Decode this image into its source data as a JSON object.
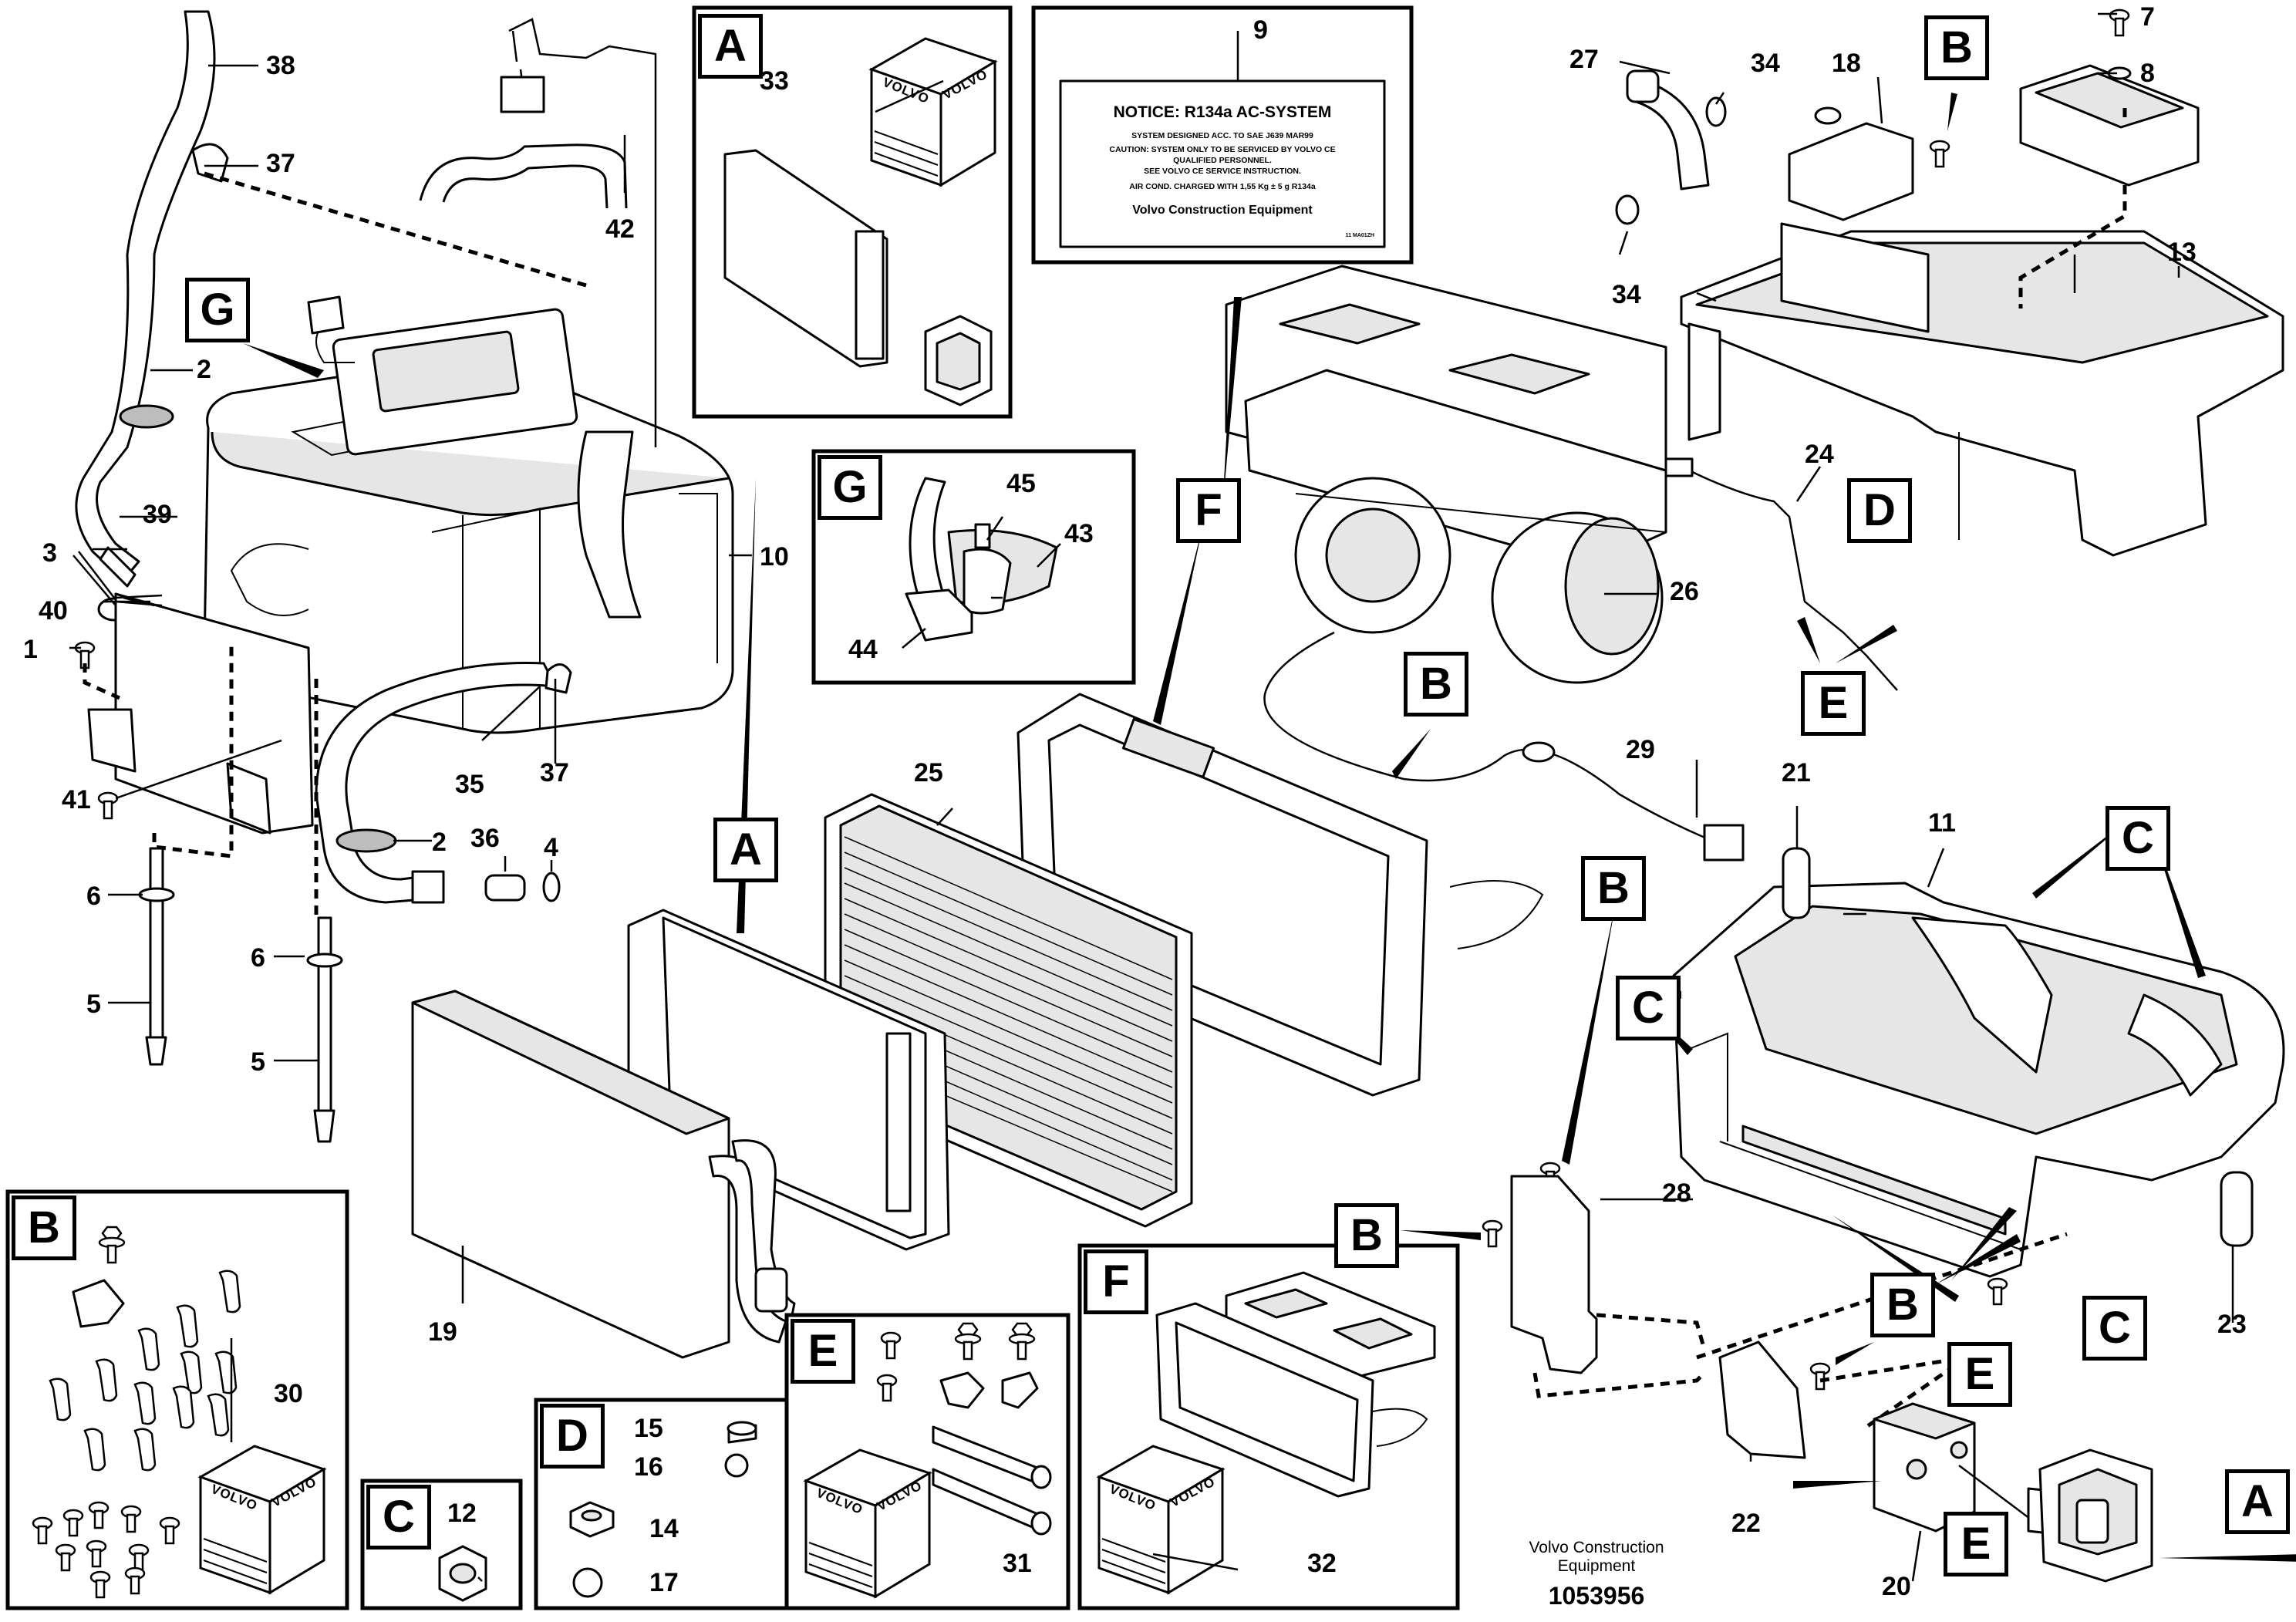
{
  "callouts": {
    "n1": "1",
    "n2": "2",
    "n3": "3",
    "n4": "4",
    "n5": "5",
    "n6": "6",
    "n7": "7",
    "n8": "8",
    "n9": "9",
    "n10": "10",
    "n11": "11",
    "n12": "12",
    "n13": "13",
    "n14": "14",
    "n15": "15",
    "n16": "16",
    "n17": "17",
    "n18": "18",
    "n19": "19",
    "n20": "20",
    "n21": "21",
    "n22": "22",
    "n23": "23",
    "n24": "24",
    "n25": "25",
    "n26": "26",
    "n27": "27",
    "n28": "28",
    "n29": "29",
    "n30": "30",
    "n31": "31",
    "n32": "32",
    "n33": "33",
    "n34": "34",
    "n35": "35",
    "n36": "36",
    "n37": "37",
    "n38": "38",
    "n39": "39",
    "n40": "40",
    "n41": "41",
    "n42": "42",
    "n43": "43",
    "n44": "44",
    "n45": "45"
  },
  "letters": {
    "A": "A",
    "B": "B",
    "C": "C",
    "D": "D",
    "E": "E",
    "F": "F",
    "G": "G"
  },
  "notice": {
    "title": "NOTICE: R134a AC-SYSTEM",
    "line1": "SYSTEM DESIGNED ACC. TO SAE J639 MAR99",
    "line2": "CAUTION: SYSTEM ONLY TO BE SERVICED BY VOLVO CE",
    "line3": "QUALIFIED PERSONNEL.",
    "line4": "SEE VOLVO CE SERVICE INSTRUCTION.",
    "line5": "AIR COND. CHARGED WITH 1,55 Kg ± 5 g R134a",
    "footer": "Volvo Construction Equipment",
    "code": "11 MA01ZH"
  },
  "kit_brand": "VOLVO",
  "footer": {
    "company_line1": "Volvo Construction",
    "company_line2": "Equipment",
    "drawing_number": "1053956"
  }
}
